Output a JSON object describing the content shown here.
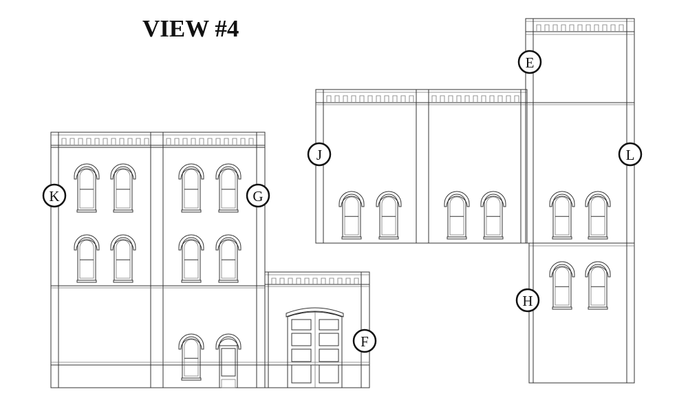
{
  "title": "VIEW #4",
  "labels": {
    "E": "E",
    "F": "F",
    "G": "G",
    "H": "H",
    "J": "J",
    "K": "K",
    "L": "L"
  },
  "colors": {
    "line": "#333333",
    "label_ring": "#111111"
  }
}
